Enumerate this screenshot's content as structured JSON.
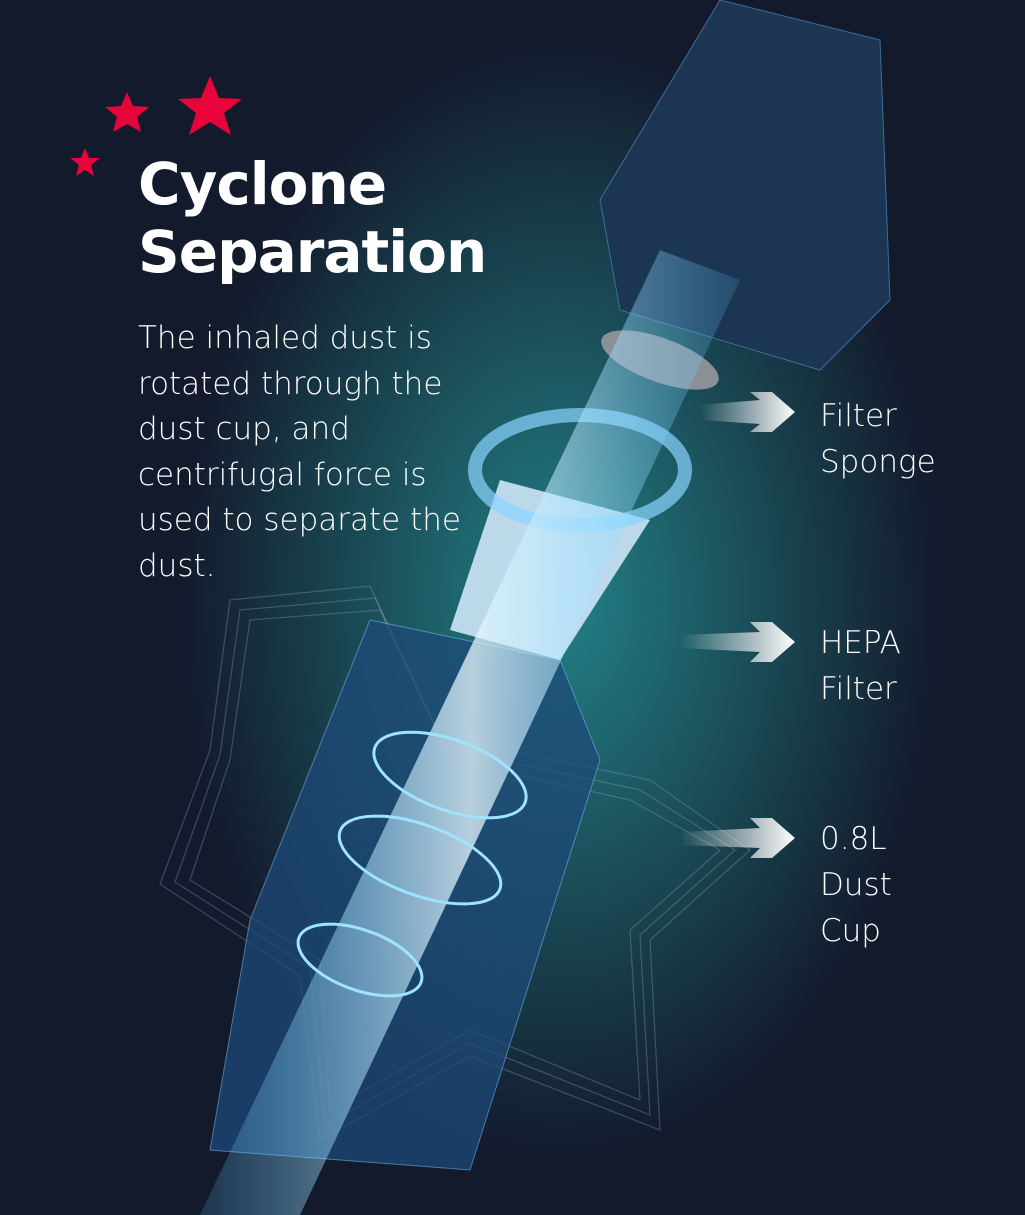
{
  "heading": {
    "line1": "Cyclone",
    "line2": "Separation"
  },
  "description": "The inhaled dust is rotated through the dust cup, and centrifugal force is used to separate the dust.",
  "labels": [
    {
      "line1": "Filter",
      "line2": "Sponge"
    },
    {
      "line1": "HEPA",
      "line2": "Filter"
    },
    {
      "line1": "0.8L",
      "line2": "Dust",
      "line3": "Cup"
    }
  ],
  "colors": {
    "background": "#131a2c",
    "star": "#e8043a",
    "glow": "#2fd6d0",
    "beam": "#5cc8ff"
  }
}
